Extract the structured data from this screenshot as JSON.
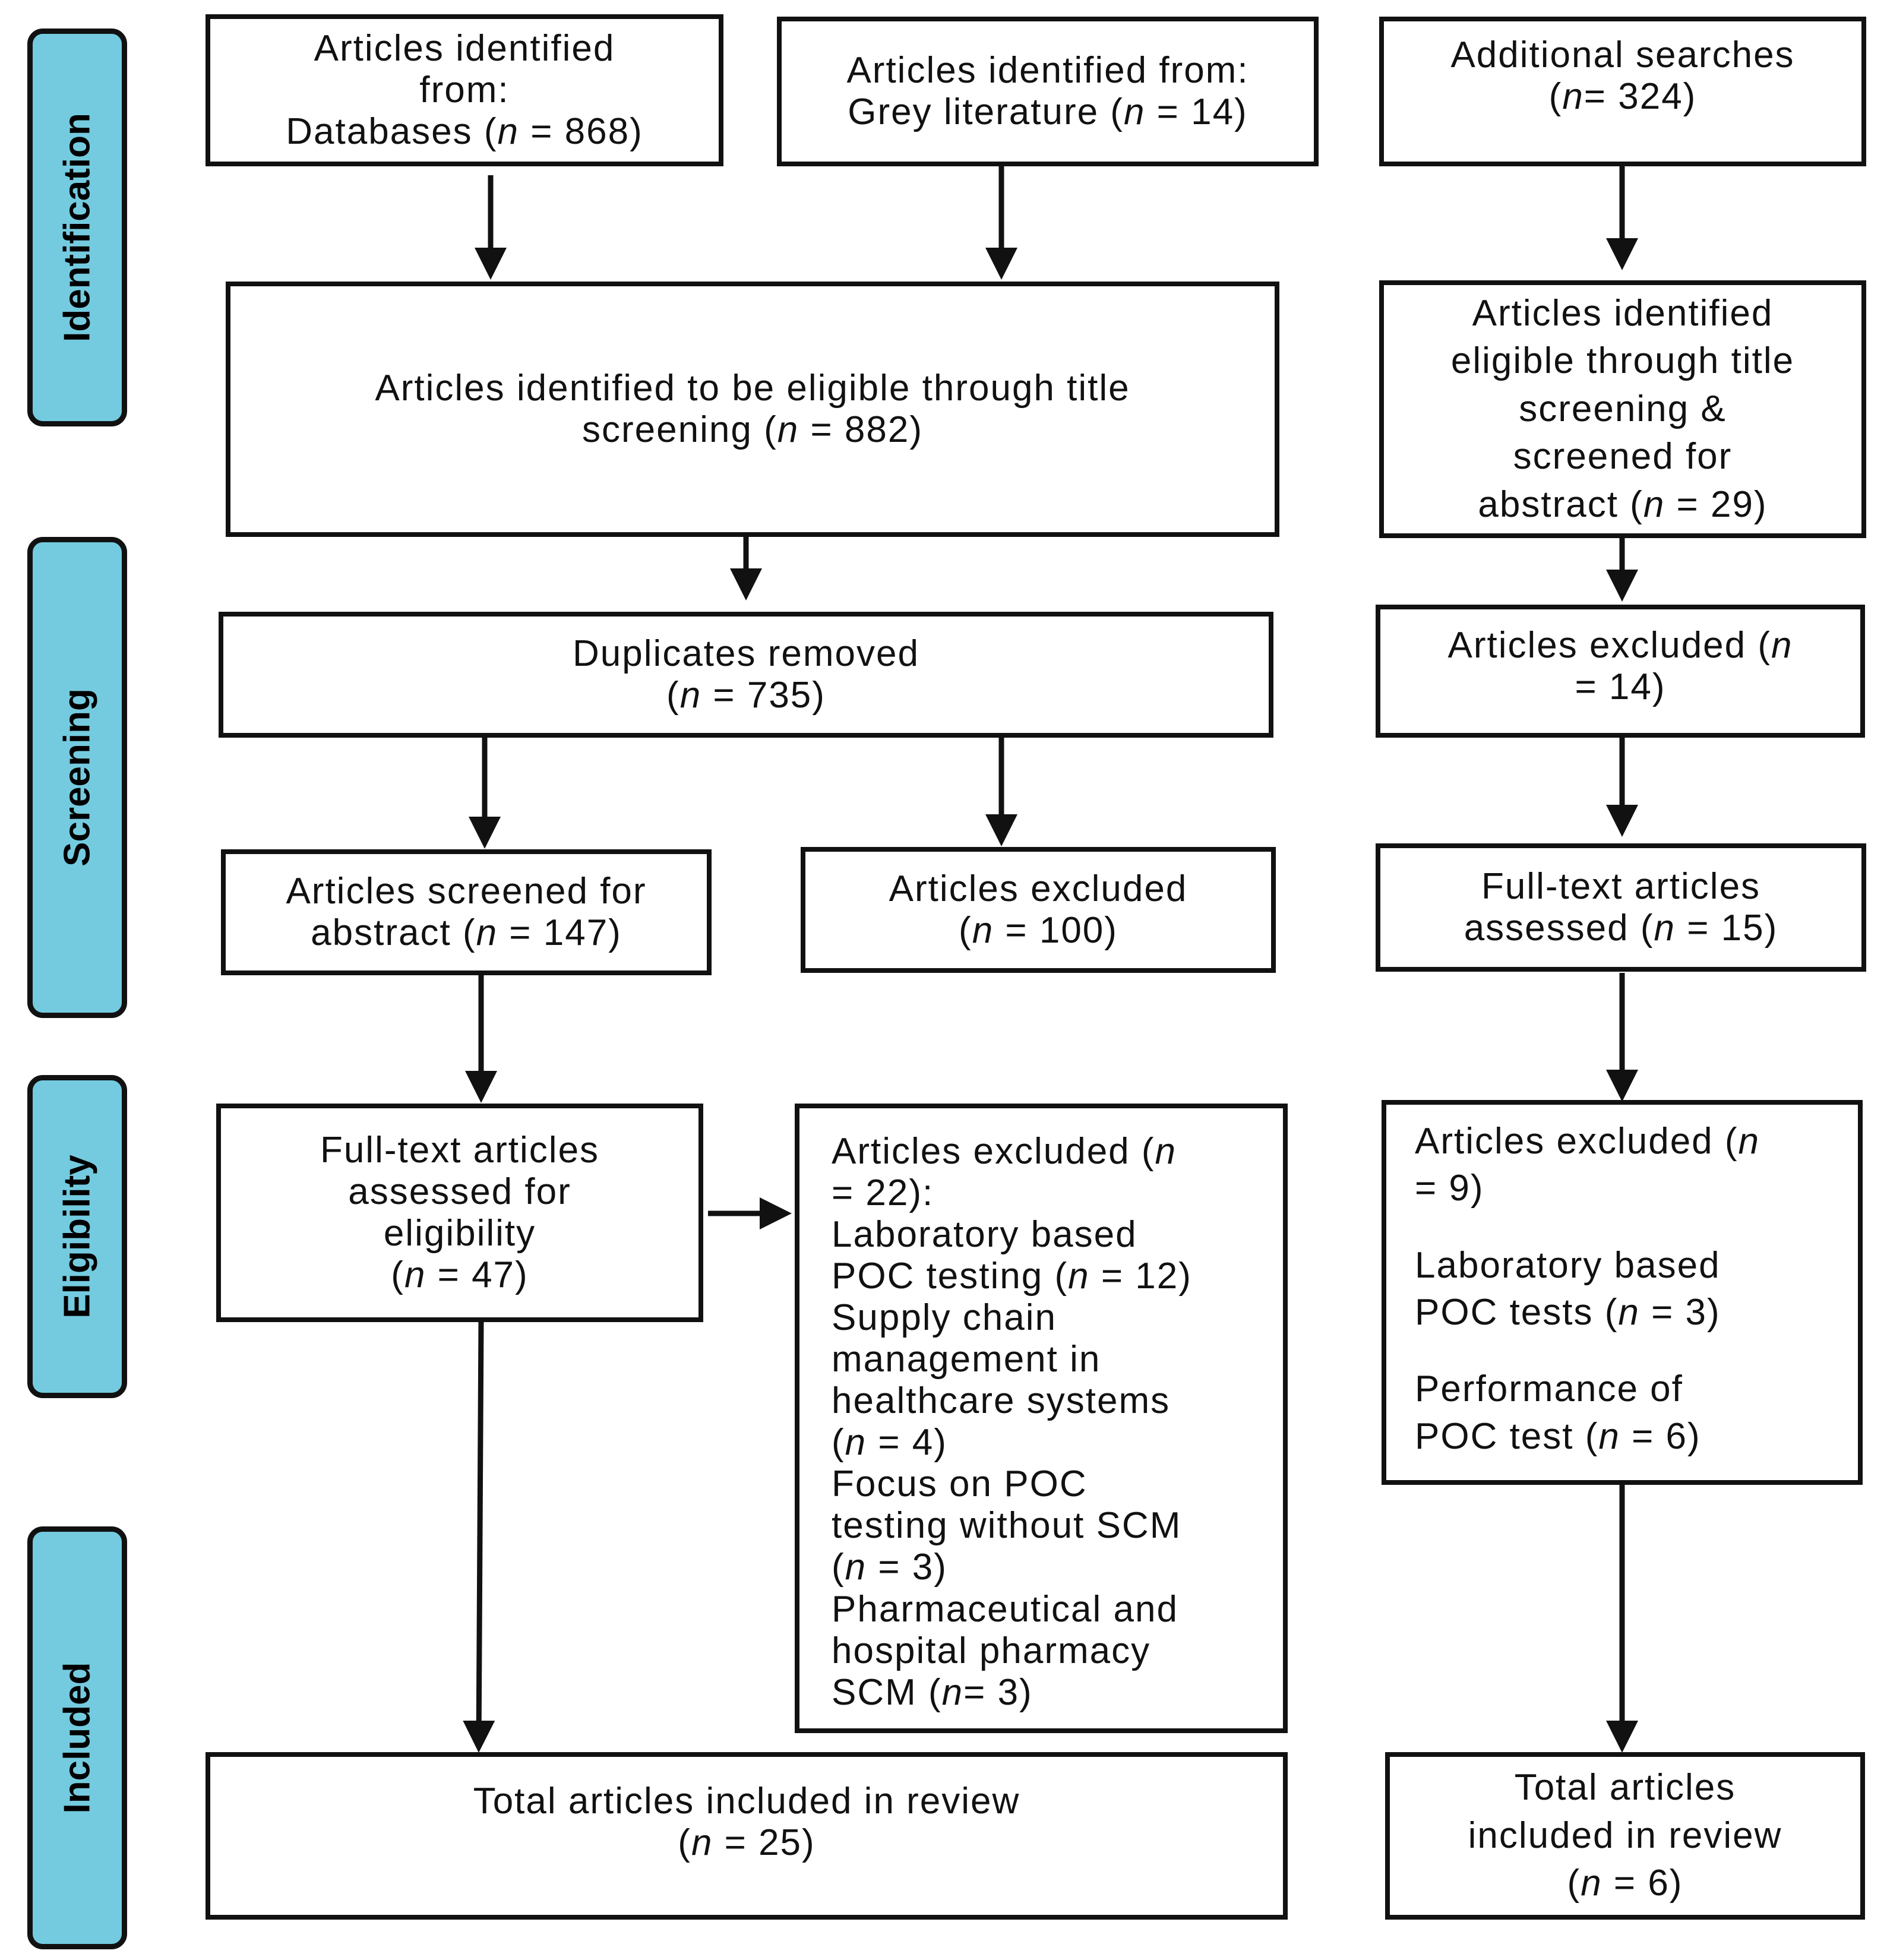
{
  "phases": {
    "identification": "Identification",
    "screening": "Screening",
    "eligibility": "Eligibility",
    "included": "Included"
  },
  "boxes": {
    "databases": [
      "Articles identified",
      "from:",
      "Databases (n = 868)"
    ],
    "grey_literature": [
      "Articles identified from:",
      "Grey literature (n = 14)"
    ],
    "additional_searches": [
      "Additional searches",
      "(n= 324)"
    ],
    "title_screening": [
      "Articles identified to be eligible through title",
      "screening (n = 882)"
    ],
    "additional_title_screening": [
      "Articles identified",
      "eligible through title",
      "screening &",
      "screened for",
      "abstract (n = 29)"
    ],
    "duplicates_removed": [
      "Duplicates removed",
      "(n = 735)"
    ],
    "additional_excluded_14": [
      "Articles excluded (n",
      "= 14)"
    ],
    "screened_abstract": [
      "Articles screened for",
      "abstract (n = 147)"
    ],
    "excluded_100": [
      "Articles excluded",
      "(n = 100)"
    ],
    "additional_fulltext": [
      "Full-text articles",
      "assessed (n = 15)"
    ],
    "fulltext_eligibility": [
      "Full-text articles",
      "assessed for",
      "eligibility",
      "(n = 47)"
    ],
    "excluded_22": [
      "Articles excluded (n",
      "= 22):",
      "Laboratory based",
      "POC testing (n = 12)",
      "Supply chain",
      "management in",
      "healthcare systems",
      "(n = 4)",
      "Focus on POC",
      "testing without SCM",
      "(n = 3)",
      "Pharmaceutical and",
      "hospital pharmacy",
      "SCM (n= 3)"
    ],
    "additional_excluded_9": [
      "Articles excluded (n",
      "= 9)",
      "",
      "Laboratory based",
      "POC tests (n = 3)",
      "",
      "Performance of",
      "POC test (n = 6)"
    ],
    "total_included_25": [
      "Total articles included in review",
      "(n = 25)"
    ],
    "total_included_6": [
      "Total articles",
      "included in review",
      "(n = 6)"
    ]
  }
}
